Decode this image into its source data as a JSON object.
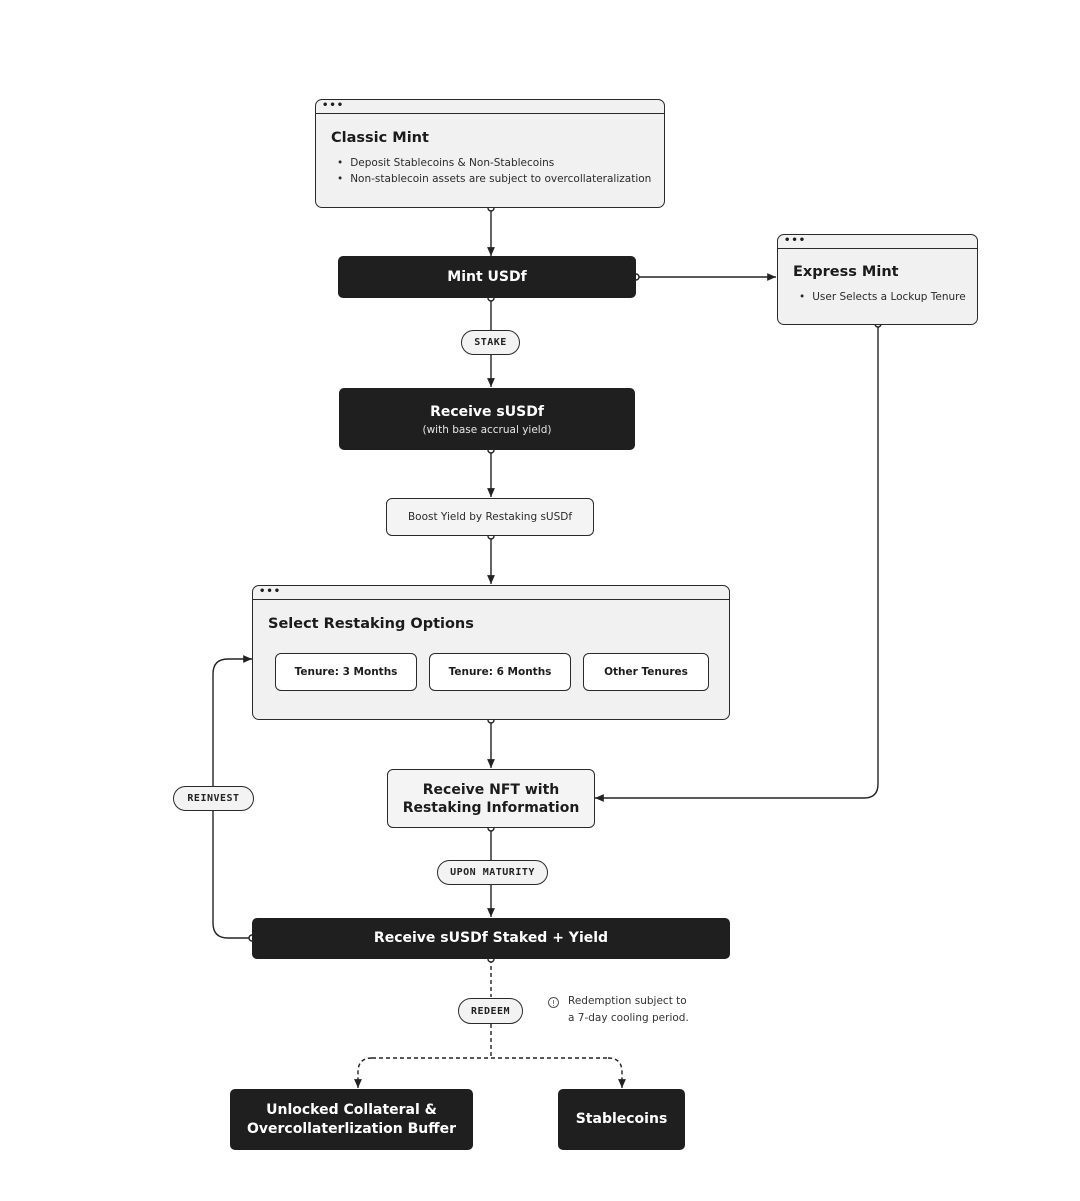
{
  "classic_mint": {
    "title": "Classic Mint",
    "bullets": [
      "Deposit Stablecoins & Non-Stablecoins",
      "Non-stablecoin assets are subject to overcollateralization"
    ]
  },
  "mint_usdf": {
    "label": "Mint USDf"
  },
  "express_mint": {
    "title": "Express Mint",
    "bullets": [
      "User Selects a Lockup Tenure"
    ]
  },
  "stake_pill": {
    "label": "STAKE"
  },
  "receive_susdf": {
    "label": "Receive sUSDf",
    "sublabel": "(with base accrual yield)"
  },
  "boost_yield": {
    "label": "Boost Yield by Restaking sUSDf"
  },
  "restaking_options": {
    "title": "Select Restaking Options",
    "options": [
      "Tenure: 3 Months",
      "Tenure: 6 Months",
      "Other Tenures"
    ]
  },
  "reinvest_pill": {
    "label": "REINVEST"
  },
  "receive_nft": {
    "line1": "Receive NFT with",
    "line2": "Restaking Information"
  },
  "maturity_pill": {
    "label": "UPON MATURITY"
  },
  "receive_staked": {
    "label": "Receive sUSDf Staked + Yield"
  },
  "redeem_pill": {
    "label": "REDEEM"
  },
  "redeem_note": {
    "line1": "Redemption subject to",
    "line2": "a 7-day cooling period."
  },
  "unlocked_collateral": {
    "line1": "Unlocked Collateral &",
    "line2": "Overcollaterlization Buffer"
  },
  "stablecoins": {
    "label": "Stablecoins"
  },
  "icons": {
    "window_controls": "ellipsis-icon",
    "info": "info-icon"
  }
}
